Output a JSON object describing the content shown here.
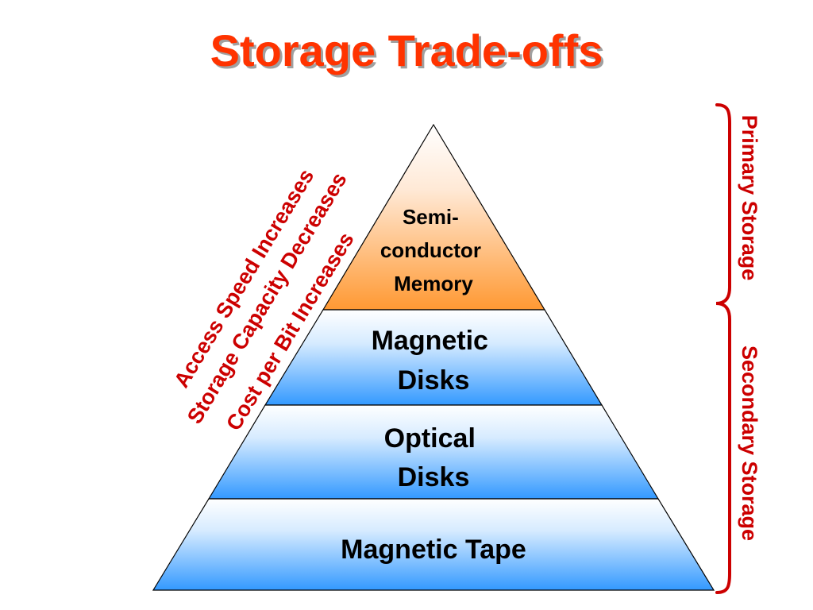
{
  "title": "Storage Trade-offs",
  "colors": {
    "title": "#FF3300",
    "accent_red": "#CC0000",
    "semiconductor_fill_top": "#FFFFFF",
    "semiconductor_fill_bottom": "#FF9933",
    "disk_fill_top": "#FFFFFF",
    "disk_fill_bottom": "#3399FF"
  },
  "pyramid": {
    "levels": [
      {
        "lines": [
          "Semi-",
          "conductor",
          "Memory"
        ]
      },
      {
        "lines": [
          "Magnetic",
          "Disks"
        ]
      },
      {
        "lines": [
          "Optical",
          "Disks"
        ]
      },
      {
        "lines": [
          "Magnetic Tape"
        ]
      }
    ]
  },
  "trends": [
    "Access Speed Increases",
    "Storage Capacity Decreases",
    "Cost per Bit Increases"
  ],
  "storage_groups": {
    "primary": "Primary Storage",
    "secondary": "Secondary Storage"
  }
}
